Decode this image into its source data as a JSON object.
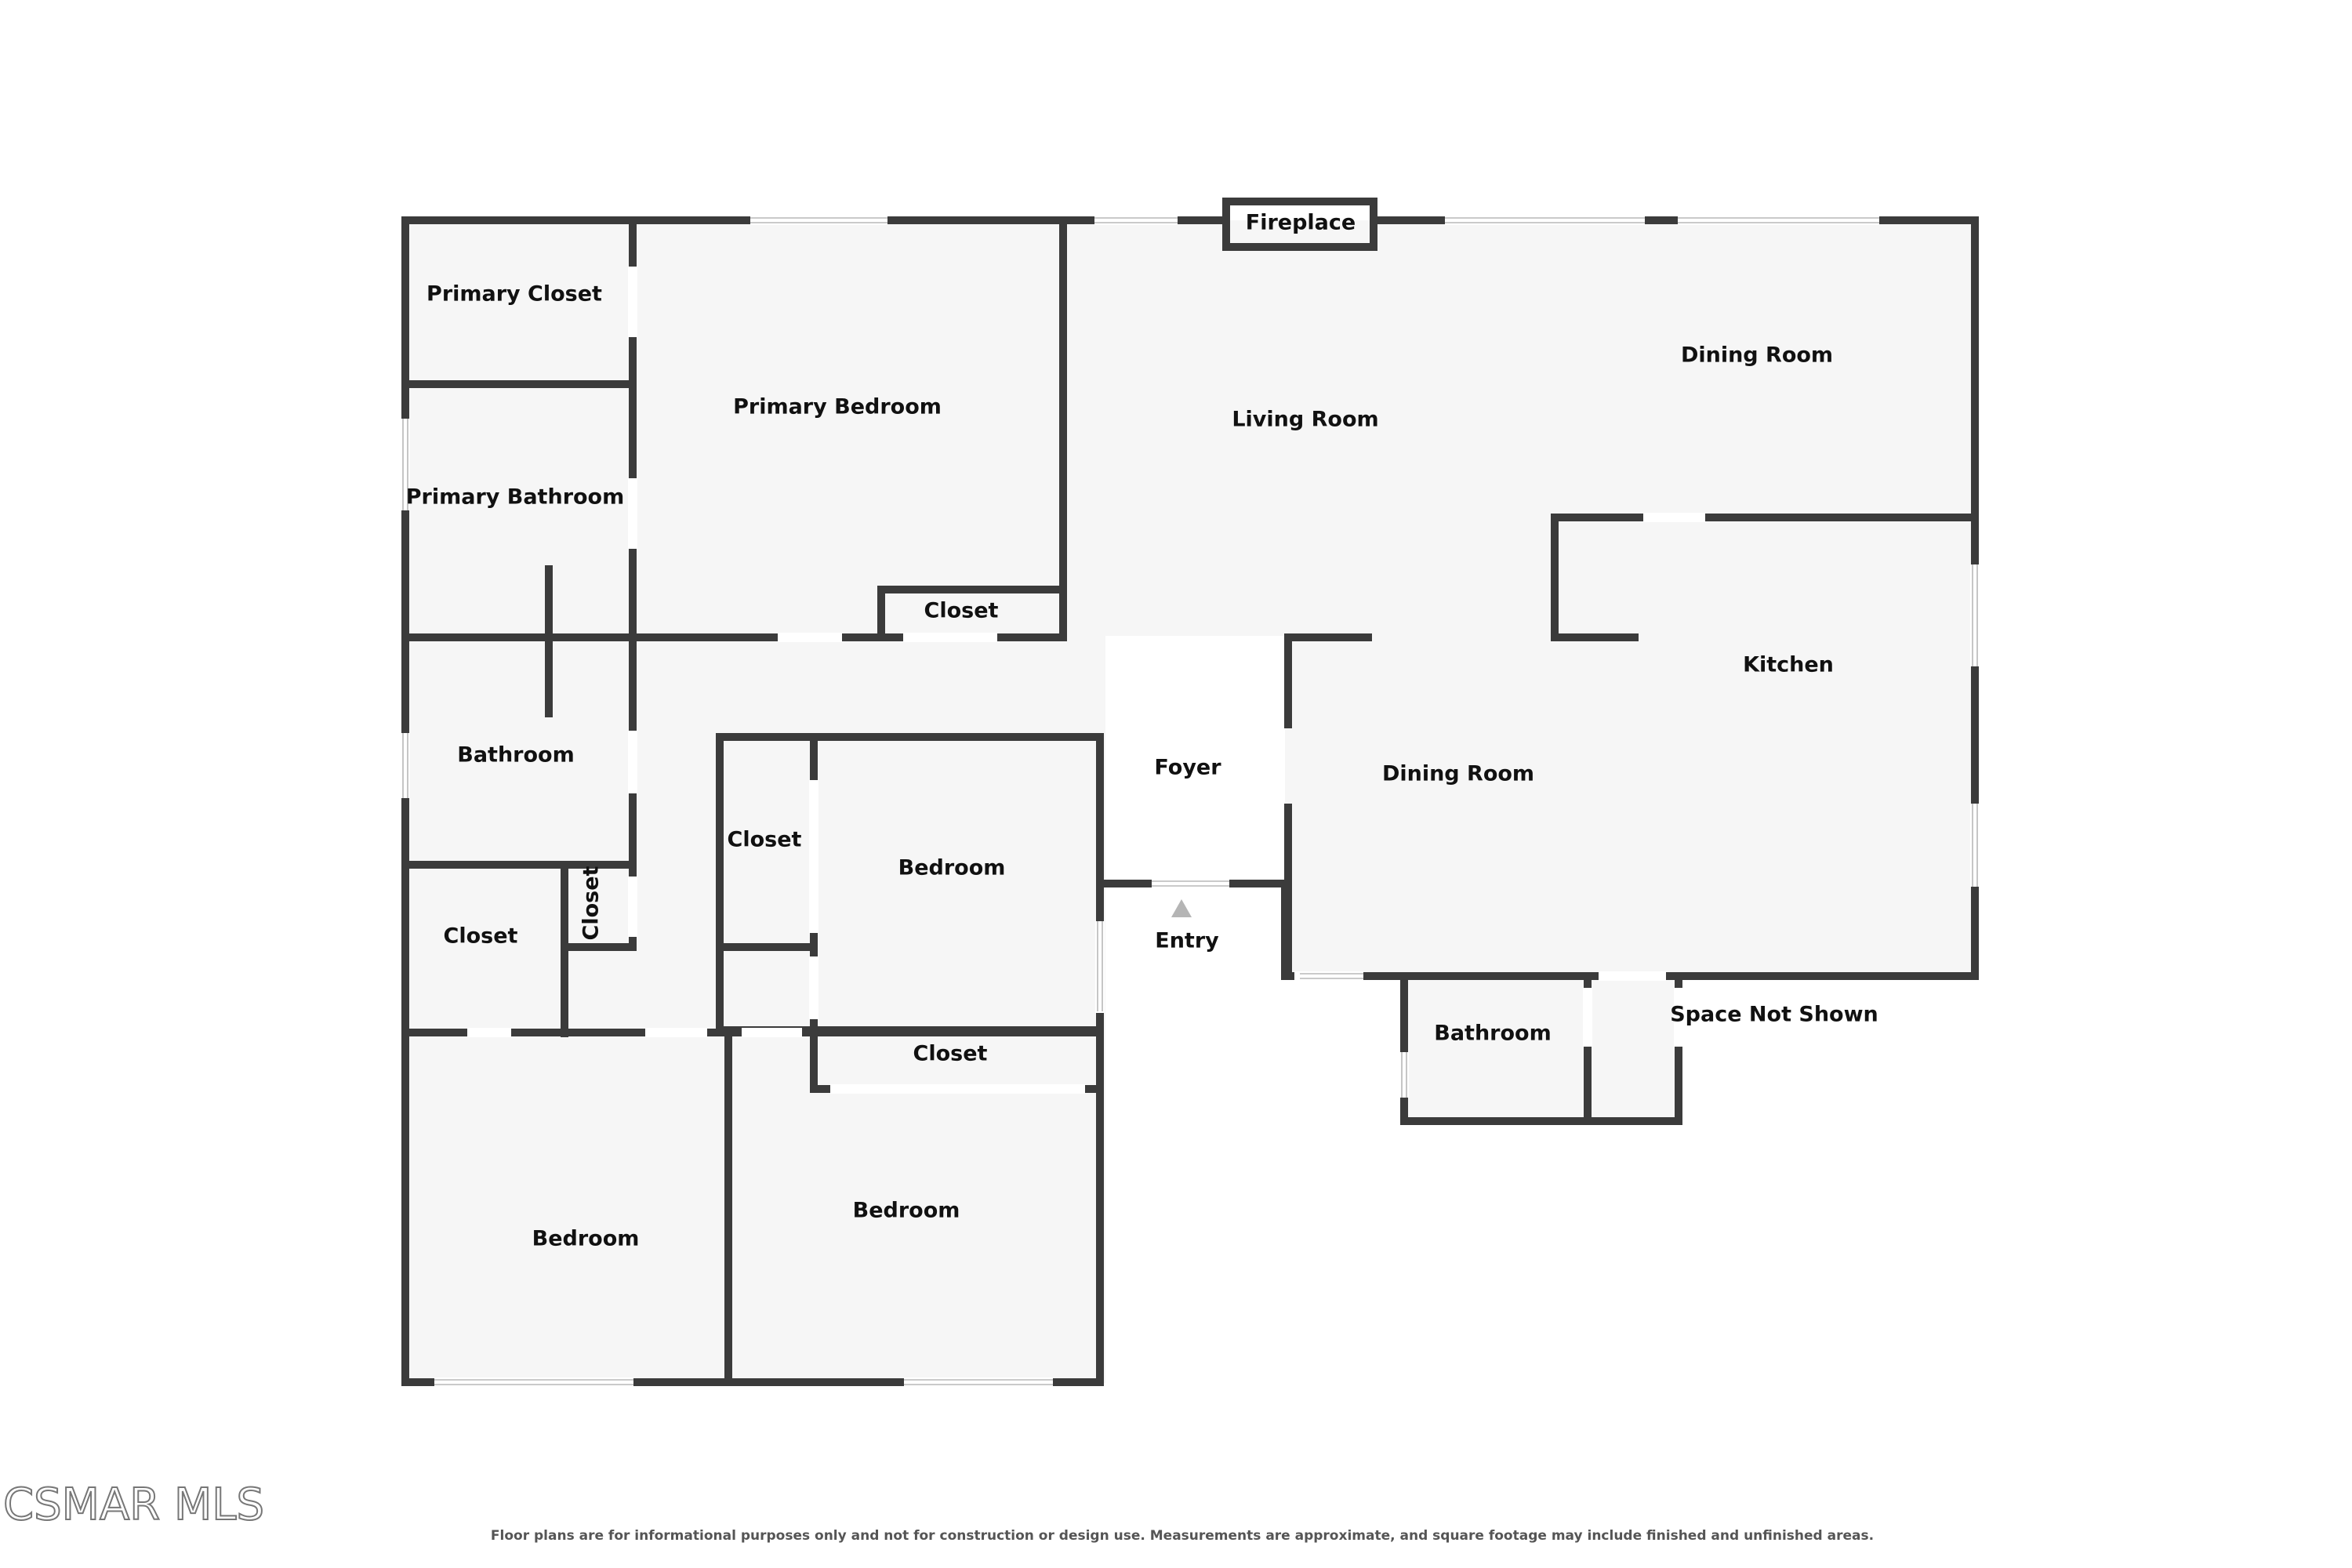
{
  "rooms": {
    "primary_closet": "Primary Closet",
    "primary_bedroom": "Primary Bedroom",
    "primary_bathroom": "Primary Bathroom",
    "closet_primary_bedroom": "Closet",
    "living_room": "Living Room",
    "dining_room_top": "Dining Room",
    "kitchen": "Kitchen",
    "fireplace": "Fireplace",
    "bathroom_hall": "Bathroom",
    "closet_hall_left": "Closet",
    "closet_small_vertical": "Closet",
    "closet_bedroom_left": "Closet",
    "bedroom_middle": "Bedroom",
    "foyer": "Foyer",
    "entry": "Entry",
    "dining_room_bottom": "Dining Room",
    "bathroom_bottom": "Bathroom",
    "space_not_shown": "Space Not Shown",
    "closet_bedroom_bottom": "Closet",
    "bedroom_bottom_left": "Bedroom",
    "bedroom_bottom_middle": "Bedroom"
  },
  "logo": "CSMAR MLS",
  "disclaimer": "Floor plans are for informational purposes only and not for construction or design use. Measurements are approximate, and square footage may include finished and unfinished areas.",
  "colors": {
    "wall": "#3b3b3b",
    "room_fill": "#f6f6f6",
    "window": "#b8b8b8",
    "entry_arrow": "#b5b5b5"
  }
}
